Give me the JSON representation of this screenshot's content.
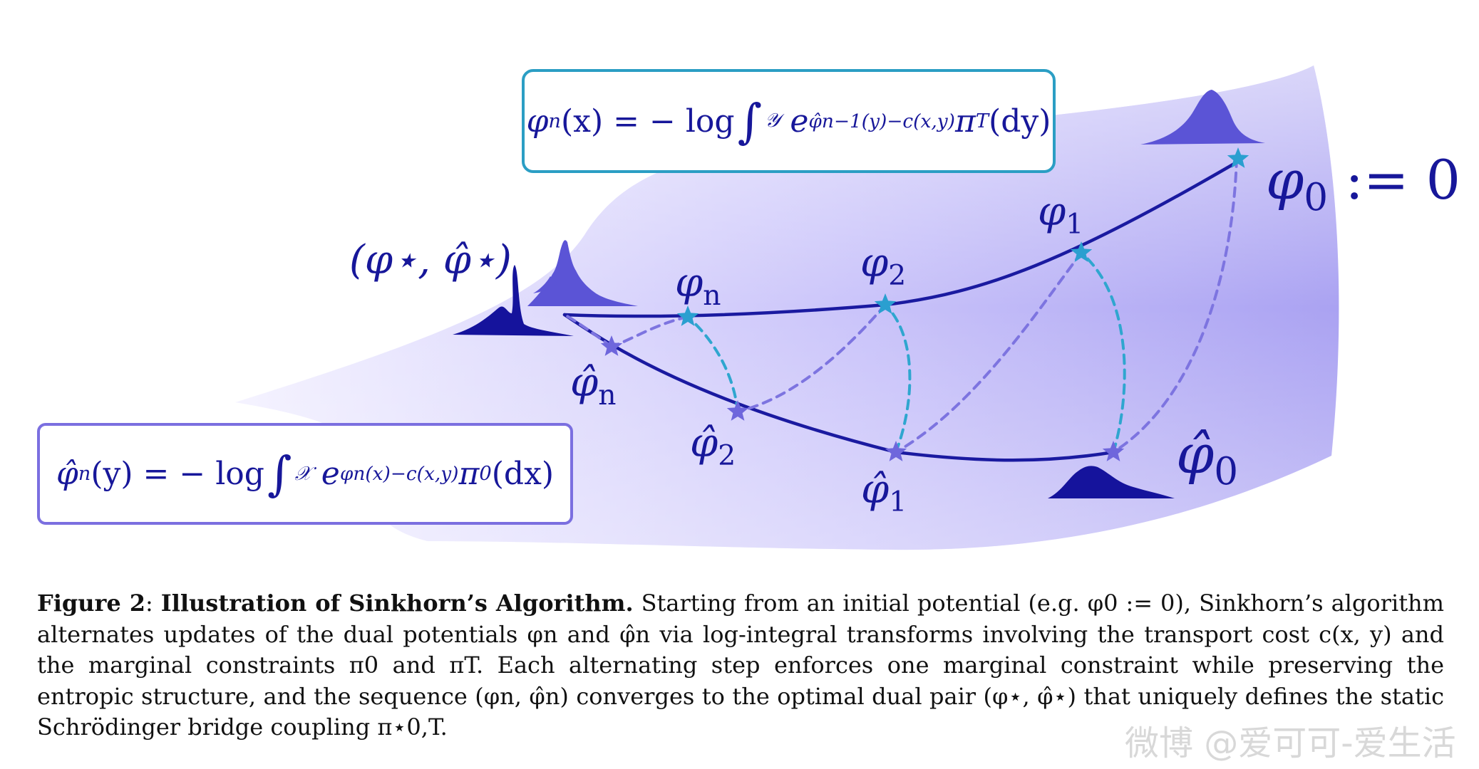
{
  "figure": {
    "equation_top": {
      "lhs": "φ",
      "lhs_sub": "n",
      "lhs_arg": "(x)",
      "equals": "= − log",
      "integral_sub": "𝒴",
      "exp_base": "e",
      "exponent": "φ̂n−1(y)−c(x,y)",
      "measure": "π",
      "measure_sub": "T",
      "measure_arg": "(dy)"
    },
    "equation_bottom": {
      "lhs": "φ̂",
      "lhs_sub": "n",
      "lhs_arg": "(y)",
      "equals": "= − log",
      "integral_sub": "𝒳",
      "exp_base": "e",
      "exponent": "φn(x)−c(x,y)",
      "measure": "π",
      "measure_sub": "0",
      "measure_arg": "(dx)"
    },
    "labels": {
      "optimal_pair": "(φ⋆, φ̂⋆)",
      "phi_0_sym": "φ",
      "phi_0_sub": "0",
      "phi_0_def": " := 0",
      "phi_1_sym": "φ",
      "phi_1_sub": "1",
      "phi_2_sym": "φ",
      "phi_2_sub": "2",
      "phi_n_sym": "φ",
      "phi_n_sub": "n",
      "phihat_0_sym": "φ̂",
      "phihat_0_sub": "0",
      "phihat_1_sym": "φ̂",
      "phihat_1_sub": "1",
      "phihat_2_sym": "φ̂",
      "phihat_2_sub": "2",
      "phihat_n_sym": "φ̂",
      "phihat_n_sub": "n"
    },
    "colors": {
      "surface_light": "#f3f1ff",
      "surface_dark": "#aaa2f2",
      "curve": "#1a1aa0",
      "star_phi": "#2a9fd0",
      "star_phihat": "#6e66dc",
      "dash_cyan": "#2fa6cf",
      "dash_purple": "#7d74e0",
      "density_dark": "#15139c",
      "density_mid": "#5b54d6"
    }
  },
  "caption": {
    "figure_label": "Figure 2",
    "title": "Illustration of Sinkhorn’s Algorithm.",
    "body": "Starting from an initial potential (e.g. φ0 := 0), Sinkhorn’s algorithm alternates updates of the dual potentials φn and φ̂n via log-integral transforms involving the transport cost c(x, y) and the marginal constraints π0 and πT. Each alternating step enforces one marginal constraint while preserving the entropic structure, and the sequence (φn, φ̂n) converges to the optimal dual pair (φ⋆, φ̂⋆) that uniquely defines the static Schrödinger bridge coupling π⋆0,T."
  },
  "watermark": "微博 @爱可可-爱生活"
}
